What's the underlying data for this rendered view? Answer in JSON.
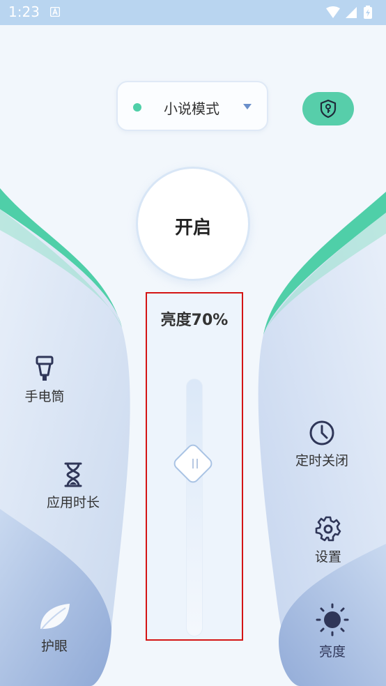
{
  "status_bar": {
    "time": "1:23"
  },
  "mode_selector": {
    "label": "小说模式"
  },
  "power_button": {
    "label": "开启"
  },
  "brightness": {
    "title": "亮度70%",
    "value": 70
  },
  "features": {
    "flashlight": "手电筒",
    "app_time": "应用时长",
    "eye_care": "护眼",
    "timer_off": "定时关闭",
    "settings": "设置",
    "brightness_tab": "亮度"
  },
  "colors": {
    "accent_green": "#57ceaa",
    "icon_navy": "#2f3658",
    "panel_outline": "#d41414"
  },
  "icons": {
    "flashlight": "flashlight-icon",
    "app_time": "hourglass-icon",
    "eye_care": "leaf-icon",
    "timer_off": "clock-icon",
    "settings": "gear-icon",
    "brightness_tab": "sun-icon",
    "shield": "shield-key-icon"
  }
}
